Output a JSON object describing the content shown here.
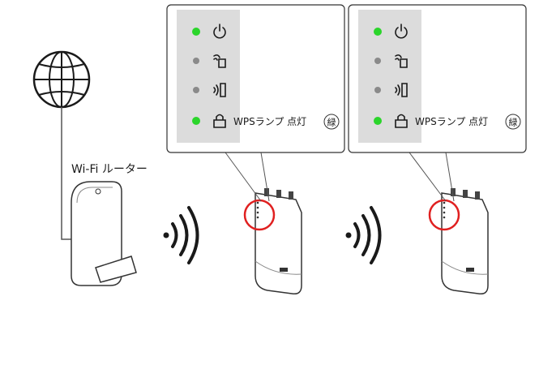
{
  "router": {
    "label": "Wi-Fi ルーター"
  },
  "panels": [
    {
      "leds": [
        {
          "icon": "power-icon",
          "color": "#2bd52b",
          "lit": true
        },
        {
          "icon": "wifi-device-icon",
          "color": "#8a8a8a",
          "lit": false
        },
        {
          "icon": "signal-phone-icon",
          "color": "#8a8a8a",
          "lit": false
        },
        {
          "icon": "lock-icon",
          "color": "#2bd52b",
          "lit": true
        }
      ],
      "wps_label": "WPSランプ 点灯",
      "wps_color_char": "緑"
    },
    {
      "leds": [
        {
          "icon": "power-icon",
          "color": "#2bd52b",
          "lit": true
        },
        {
          "icon": "wifi-device-icon",
          "color": "#8a8a8a",
          "lit": false
        },
        {
          "icon": "signal-phone-icon",
          "color": "#8a8a8a",
          "lit": false
        },
        {
          "icon": "lock-icon",
          "color": "#2bd52b",
          "lit": true
        }
      ],
      "wps_label": "WPSランプ 点灯",
      "wps_color_char": "緑"
    }
  ],
  "colors": {
    "panel_bg": "#dcdcdc",
    "line": "#333333",
    "highlight_circle": "#e02020"
  }
}
